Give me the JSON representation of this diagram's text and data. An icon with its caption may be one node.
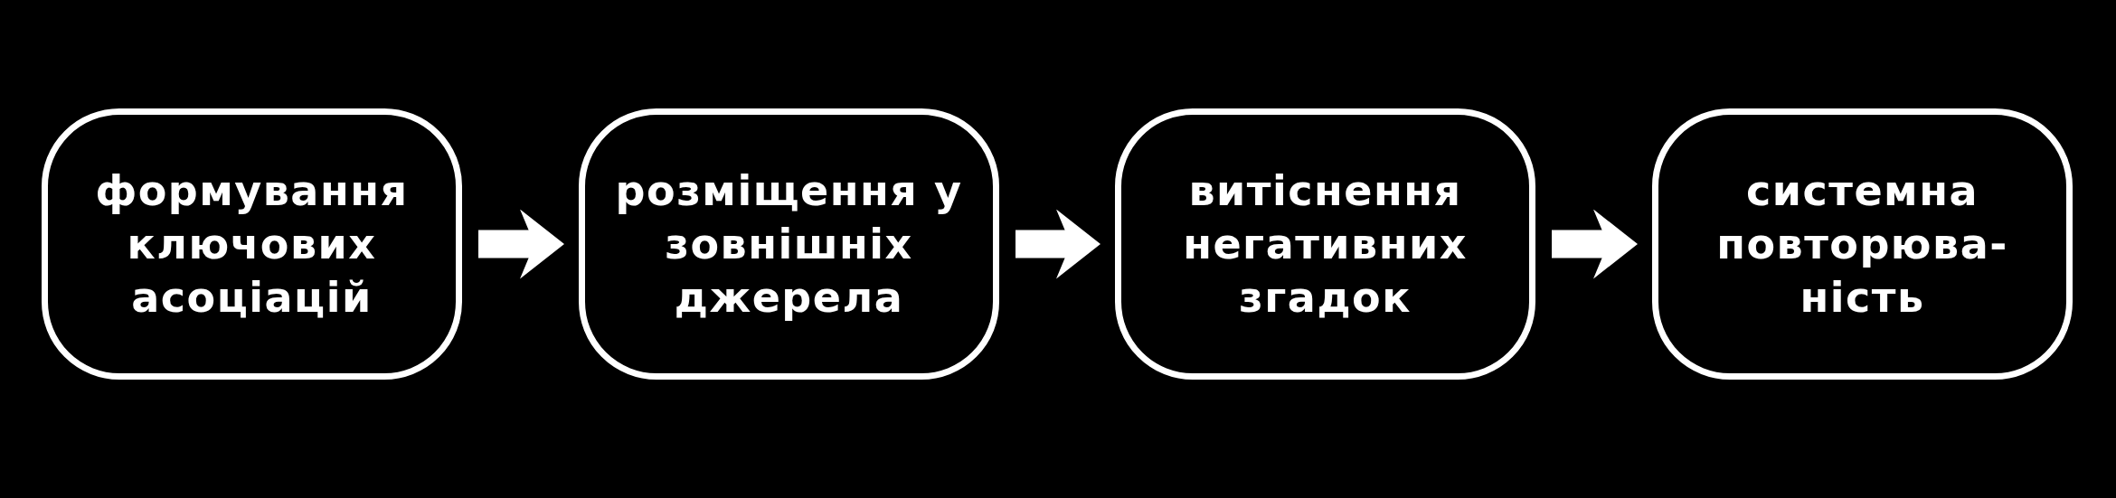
{
  "diagram": {
    "nodes": [
      {
        "text": [
          "формування ключових асоціацій"
        ]
      },
      {
        "text": [
          "розміщення у зовнішніх джерела"
        ]
      },
      {
        "text": [
          "витіснення негативних згадок"
        ]
      },
      {
        "text": [
          "системна повторюва- ність"
        ]
      }
    ],
    "edges": [
      {
        "from": 0,
        "to": 1,
        "arrow": "to"
      },
      {
        "from": 1,
        "to": 2,
        "arrow": "to"
      },
      {
        "from": 2,
        "to": 3,
        "arrow": "to"
      }
    ]
  }
}
